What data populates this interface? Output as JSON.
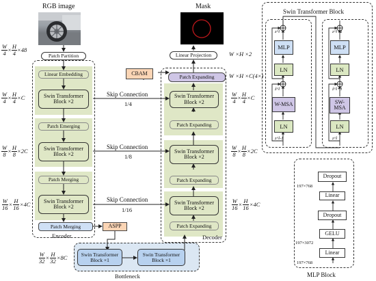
{
  "labels": {
    "rgb_image": "RGB image",
    "mask": "Mask",
    "patch_partition": "Patch Partition",
    "linear_projection": "Linear Projection",
    "linear_embedding": "Linear Embedding",
    "swin_block_x2": "Swin Transformer Block ×2",
    "swin_block_x2_line1": "Swin Transformer",
    "swin_block_x2_line2": "Block ×2",
    "swin_block_x1_line1": "Swin Transformer",
    "swin_block_x1_line2": "Block ×1",
    "patch_emerging": "Patch Emerging",
    "patch_merging": "Patch Merging",
    "patch_expanding": "Patch Expanding",
    "cbam": "CBAM",
    "aspp": "ASPP",
    "encoder": "Encoder",
    "decoder": "Decoder",
    "bottleneck": "Bottleneck",
    "skip_connection": "Skip Connection",
    "scale_1_4": "1/4",
    "scale_1_8": "1/8",
    "scale_1_16": "1/16",
    "swin_block_title": "Swin Transformer Block",
    "mlp_block_title": "MLP Block",
    "mlp": "MLP",
    "ln": "LN",
    "w_msa": "W-MSA",
    "sw_msa_1": "SW-",
    "sw_msa_2": "MSA",
    "dropout": "Dropout",
    "linear": "Linear",
    "gelu": "GELU"
  },
  "dims": {
    "left": [
      {
        "n": "W",
        "d": "4",
        "n2": "H",
        "d2": "4",
        "suffix": "×48"
      },
      {
        "n": "W",
        "d": "4",
        "n2": "H",
        "d2": "4",
        "suffix": "×C"
      },
      {
        "n": "W",
        "d": "8",
        "n2": "H",
        "d2": "8",
        "suffix": "×2C"
      },
      {
        "n": "W",
        "d": "16",
        "n2": "H",
        "d2": "16",
        "suffix": "×4C"
      },
      {
        "n": "W",
        "d": "32",
        "n2": "H",
        "d2": "32",
        "suffix": "×8C"
      }
    ],
    "right": [
      {
        "n": "W",
        "d": "4",
        "n2": "H",
        "d2": "4",
        "suffix": "×C"
      },
      {
        "n": "W",
        "d": "8",
        "n2": "H",
        "d2": "8",
        "suffix": "×2C"
      },
      {
        "n": "W",
        "d": "16",
        "n2": "H",
        "d2": "16",
        "suffix": "×4C"
      }
    ],
    "whx2": "W ×H ×2",
    "whc4": "W ×H ×C(4×)"
  },
  "mlp_dims": {
    "d1": "197×768",
    "d2": "197×3072",
    "d3": "197×768"
  },
  "z_labels": {
    "zl1": "z^l-1",
    "zl_hat": "ẑ^l",
    "zl": "z^l",
    "zl1_right": "z^l",
    "zl_hat_right": "ẑ^l+1",
    "zl1_top": "z^l+1"
  },
  "colors": {
    "green_fill": "#dfe7c6",
    "blue_fill": "#cfe0f5",
    "purple_fill": "#cfc6e6",
    "orange_fill": "#fbd5b5",
    "bottleneck_fill": "#dbe7f3"
  }
}
